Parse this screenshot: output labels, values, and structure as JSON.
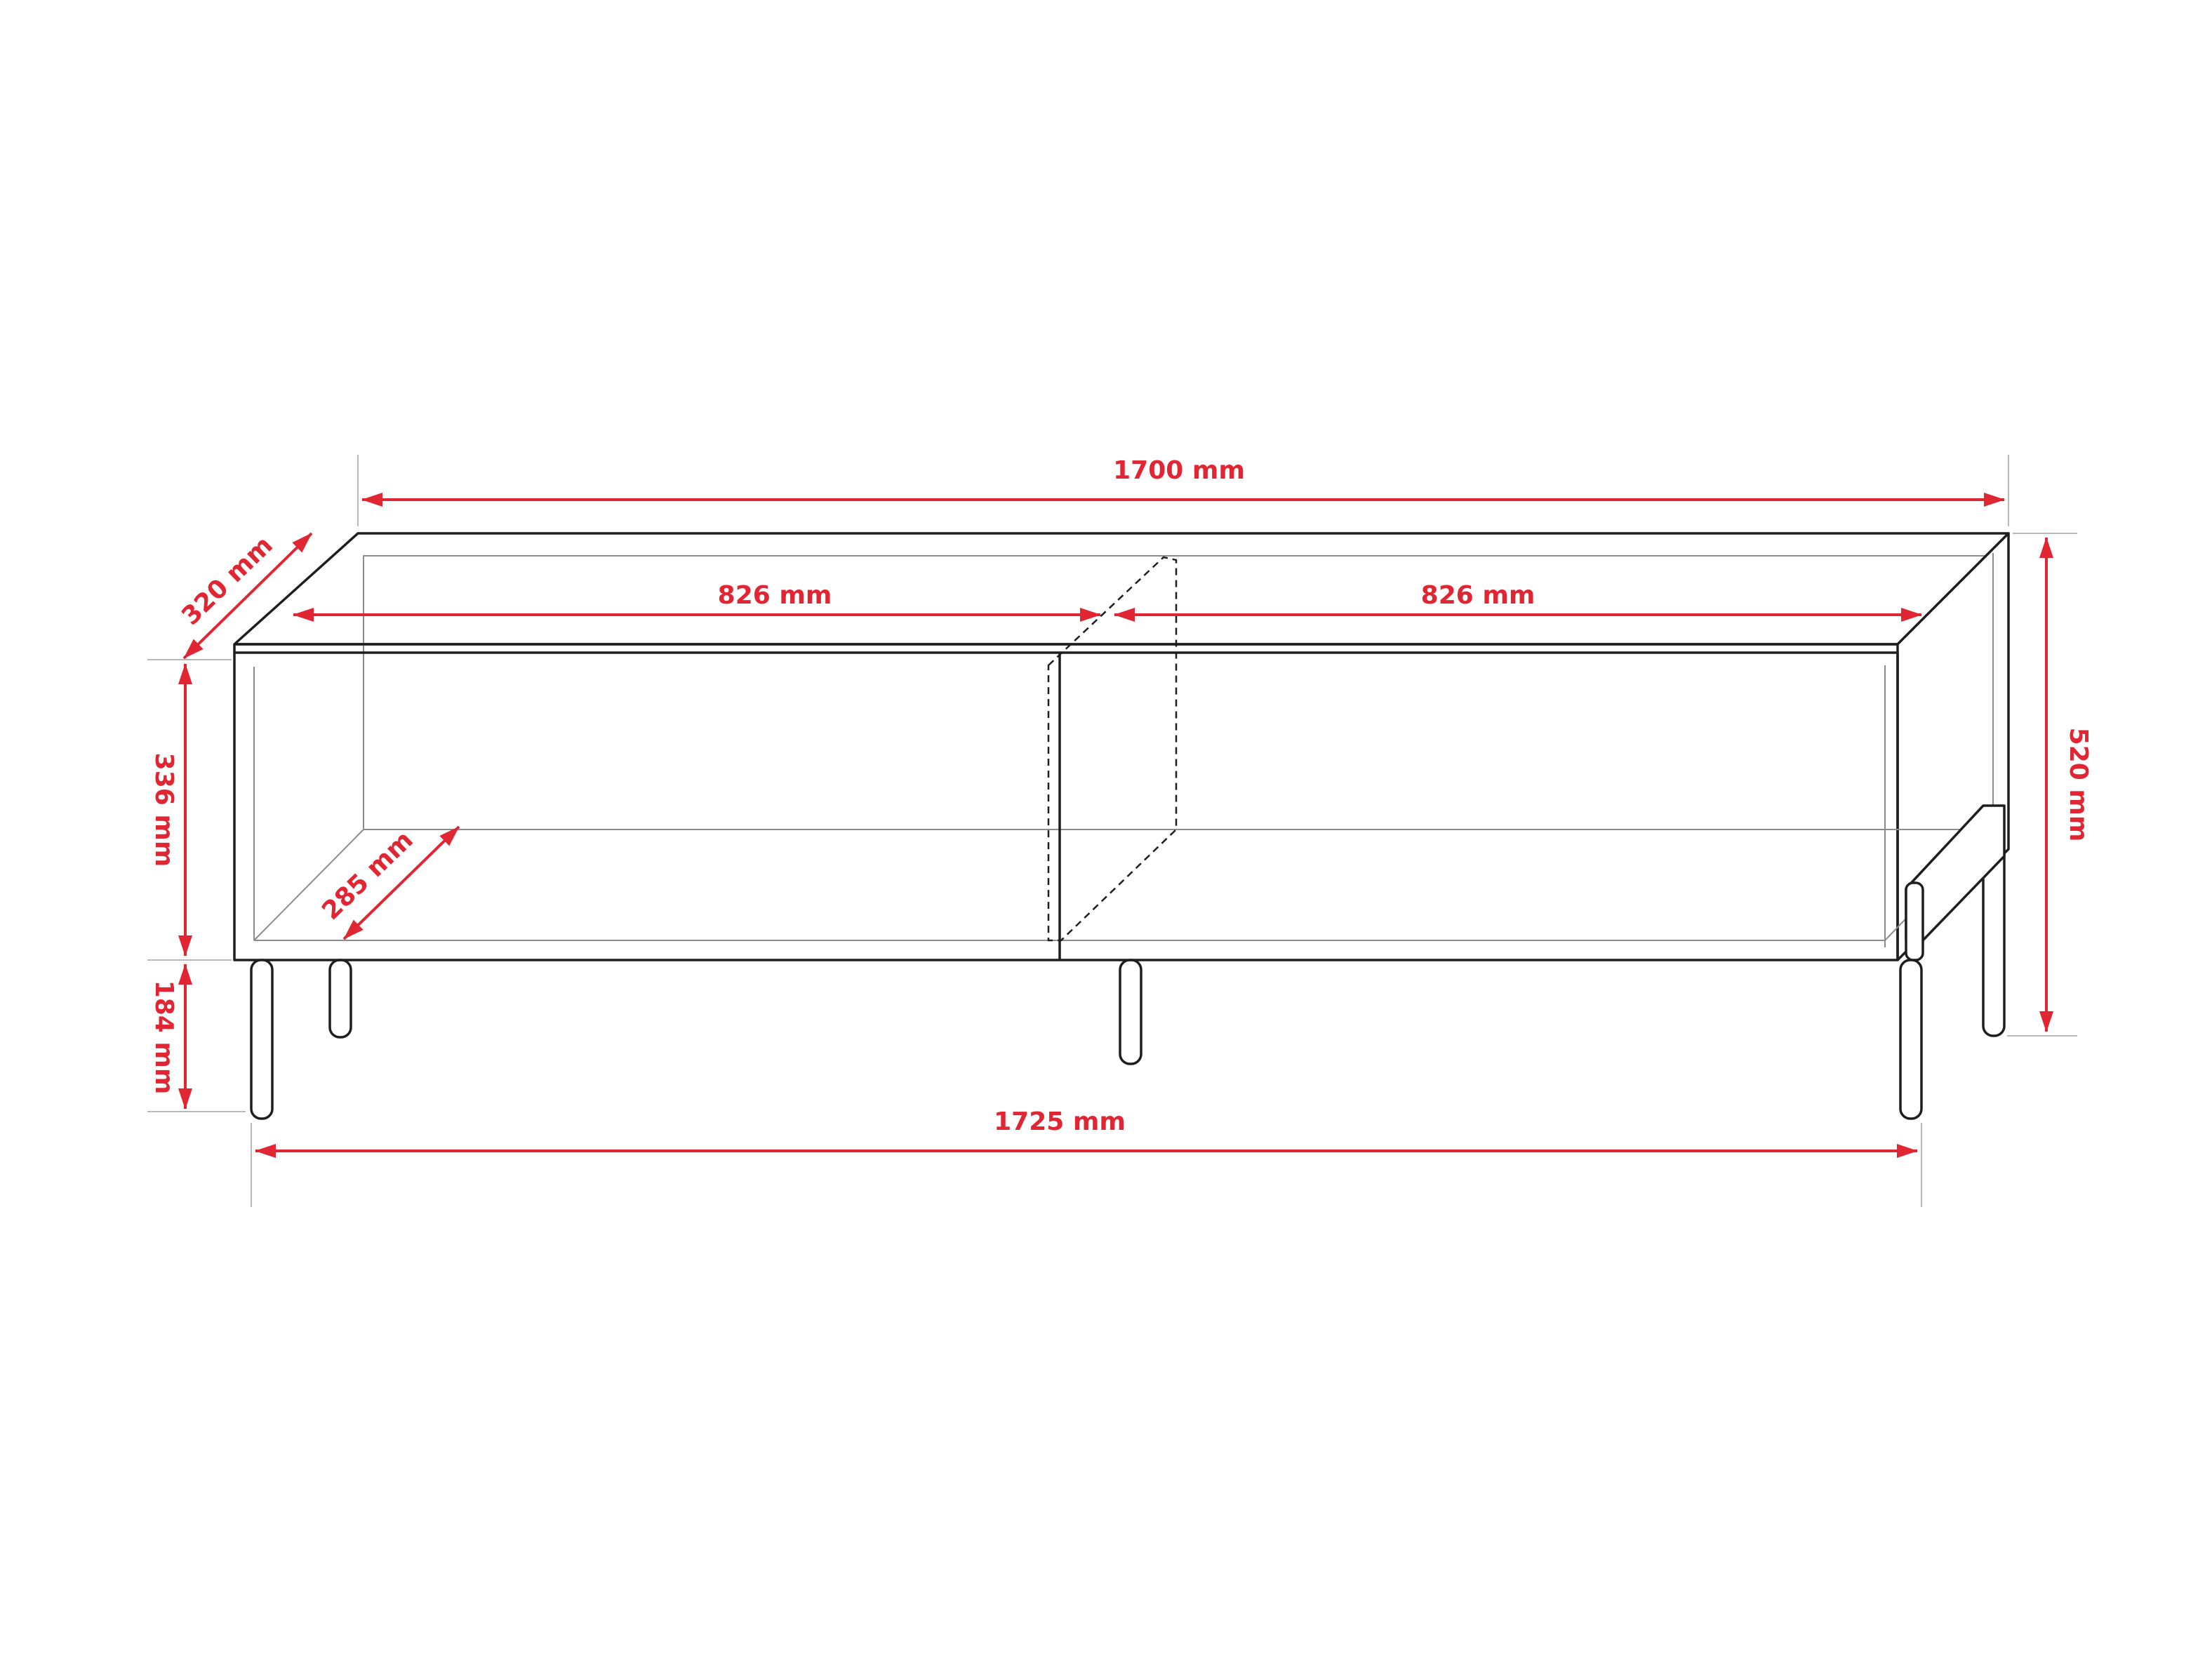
{
  "dimensions": {
    "top_width": "1700 mm",
    "left_compartment": "826 mm",
    "right_compartment": "826 mm",
    "depth": "320 mm",
    "body_height": "336 mm",
    "inner_depth": "285 mm",
    "leg_height": "184 mm",
    "bottom_width": "1725 mm",
    "total_height": "520 mm"
  },
  "colors": {
    "dimension": "#e02633",
    "outline": "#1e1e1e",
    "inner": "#8c8c8c"
  }
}
